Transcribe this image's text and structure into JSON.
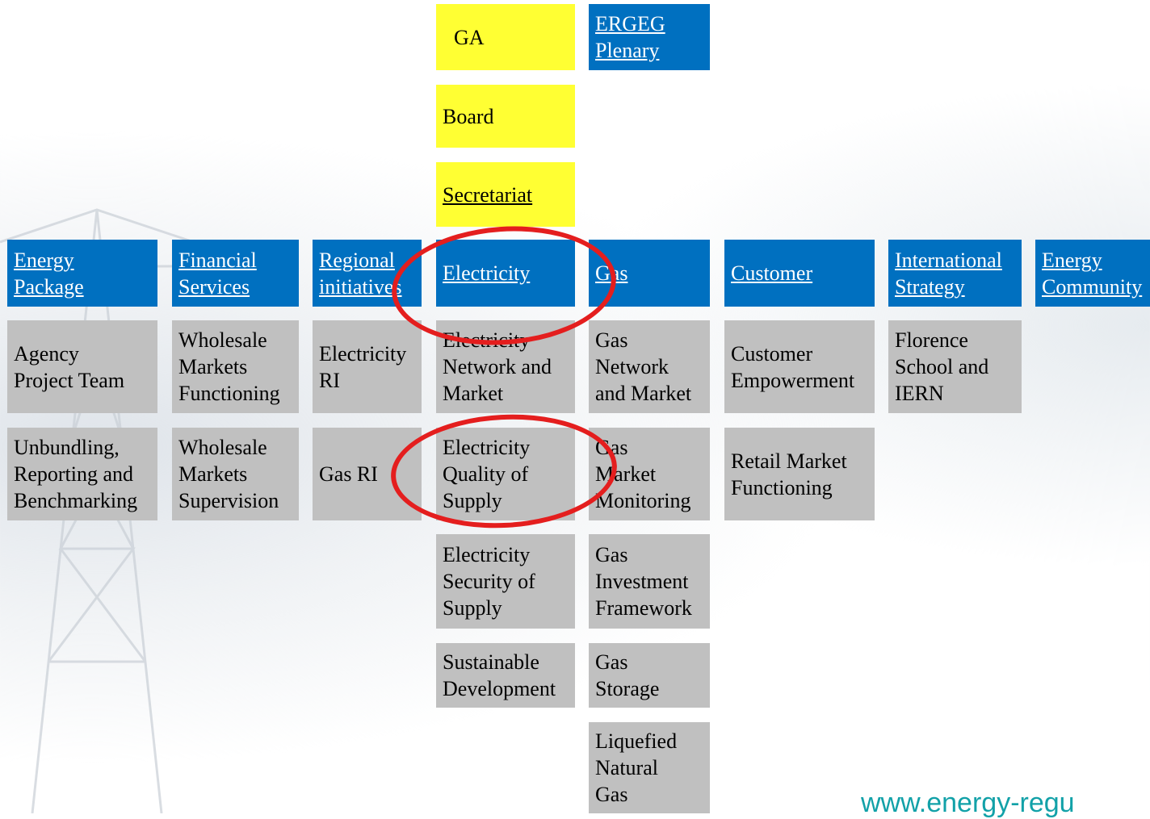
{
  "top": {
    "ga": "GA",
    "ergeg": "ERGEG\nPlenary",
    "board": "Board",
    "secretariat": "Secretariat"
  },
  "columns": {
    "energy_package": {
      "header": "Energy\nPackage",
      "items": [
        "Agency\nProject Team",
        "Unbundling,\nReporting and\nBenchmarking"
      ]
    },
    "financial_services": {
      "header": "Financial\nServices",
      "items": [
        "Wholesale\nMarkets\nFunctioning",
        "Wholesale\nMarkets\nSupervision"
      ]
    },
    "regional": {
      "header": "Regional\ninitiatives",
      "items": [
        "Electricity\nRI",
        "Gas RI"
      ]
    },
    "electricity": {
      "header": "Electricity",
      "items": [
        "Electricity\nNetwork and\nMarket",
        "Electricity\nQuality of\nSupply",
        "Electricity\nSecurity of\nSupply",
        "Sustainable\nDevelopment"
      ]
    },
    "gas": {
      "header": "Gas",
      "items": [
        "Gas\nNetwork\nand Market",
        "Gas\nMarket\nMonitoring",
        "Gas\nInvestment\nFramework",
        "Gas\nStorage",
        "Liquefied\nNatural\nGas"
      ]
    },
    "customer": {
      "header": "Customer",
      "items": [
        "Customer\nEmpowerment",
        "Retail Market\nFunctioning"
      ]
    },
    "international": {
      "header": "International\nStrategy",
      "items": [
        "Florence\nSchool and\nIERN"
      ]
    },
    "energy_community": {
      "header": "Energy\nCommunity",
      "items": []
    }
  },
  "footer": {
    "url": "www.energy-regu"
  },
  "colors": {
    "header_blue": "#0070c0",
    "yellow": "#ffff33",
    "gray": "#c0c0c0",
    "highlight_red": "#e41e1e",
    "footer_teal": "#12a1a8"
  }
}
